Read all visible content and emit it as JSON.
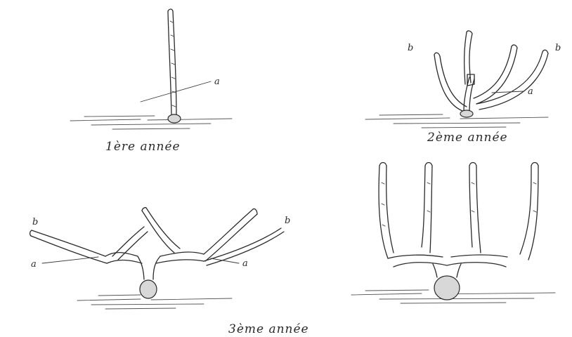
{
  "panels": [
    {
      "caption": "1ère année",
      "labels": [
        "a"
      ]
    },
    {
      "caption": "2ème année",
      "labels": [
        "b",
        "b",
        "a"
      ]
    },
    {
      "caption": "3ème année",
      "labels": [
        "b",
        "b",
        "a",
        "a"
      ]
    }
  ]
}
